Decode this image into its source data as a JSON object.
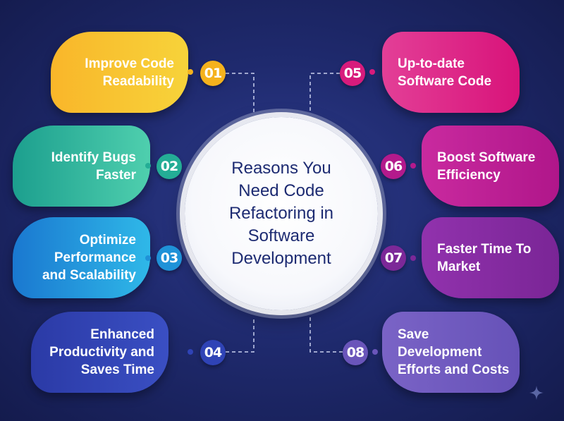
{
  "center": {
    "title": "Reasons You Need Code Refactoring in Software Development"
  },
  "reasons": [
    {
      "number": "01",
      "lines": [
        "Improve Code",
        "Readability"
      ],
      "color_from": "#f9b62a",
      "color_to": "#f7d33a",
      "badge_color": "#f5b21d"
    },
    {
      "number": "02",
      "lines": [
        "Identify Bugs",
        "Faster"
      ],
      "color_from": "#1c9f8e",
      "color_to": "#4fcfae",
      "badge_color": "#24ad96"
    },
    {
      "number": "03",
      "lines": [
        "Optimize",
        "Performance",
        "and Scalability"
      ],
      "color_from": "#1a78d0",
      "color_to": "#2fb8e8",
      "badge_color": "#1f92d8"
    },
    {
      "number": "04",
      "lines": [
        "Enhanced",
        "Productivity and",
        "Saves Time"
      ],
      "color_from": "#2b3aa6",
      "color_to": "#3a4fc3",
      "badge_color": "#2f43b6"
    },
    {
      "number": "05",
      "lines": [
        "Up-to-date",
        "Software Code"
      ],
      "color_from": "#d8137a",
      "color_to": "#e33f97",
      "badge_color": "#d81b7c"
    },
    {
      "number": "06",
      "lines": [
        "Boost Software",
        "Efficiency"
      ],
      "color_from": "#b0168a",
      "color_to": "#c92a9f",
      "badge_color": "#b41a8c"
    },
    {
      "number": "07",
      "lines": [
        "Faster Time To",
        "Market"
      ],
      "color_from": "#7a2596",
      "color_to": "#9132ad",
      "badge_color": "#7c2898"
    },
    {
      "number": "08",
      "lines": [
        "Save Development",
        "Efforts and Costs"
      ],
      "color_from": "#6652b8",
      "color_to": "#7a63c6",
      "badge_color": "#6a55ba"
    }
  ],
  "icons": {
    "watermark": "sparkle-icon"
  }
}
